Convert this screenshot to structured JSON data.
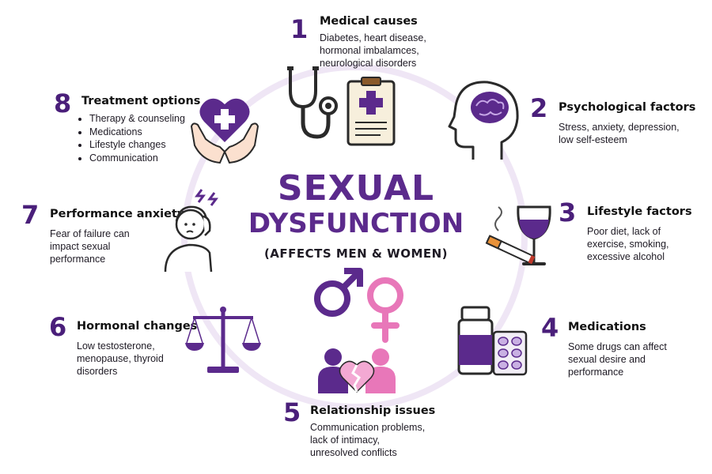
{
  "center": {
    "title_line1": "SEXUAL",
    "title_line2": "DYSFUNCTION",
    "subtitle": "(AFFECTS MEN & WOMEN)"
  },
  "colors": {
    "purple": "#5b2a8c",
    "dark_purple": "#3f1d63",
    "pink": "#e877b9",
    "ring": "#ece4f3",
    "skin": "#fbe0cf"
  },
  "items": [
    {
      "number": "1",
      "heading": "Medical causes",
      "lines": [
        "Diabetes, heart disease,",
        "hormonal imbalamces,",
        "neurological disorders"
      ],
      "icons": [
        "stethoscope-icon",
        "clipboard-icon"
      ]
    },
    {
      "number": "2",
      "heading": "Psychological factors",
      "lines": [
        "Stress, anxiety, depression,",
        "low self-esteem"
      ],
      "icons": [
        "head-brain-icon"
      ]
    },
    {
      "number": "3",
      "heading": "Lifestyle factors",
      "lines": [
        "Poor diet, lack of",
        "exercise, smoking,",
        "excessive alcohol"
      ],
      "icons": [
        "wine-glass-icon",
        "cigarette-icon"
      ]
    },
    {
      "number": "4",
      "heading": "Medications",
      "lines": [
        "Some drugs can affect",
        "sexual desire and",
        "performance"
      ],
      "icons": [
        "pill-bottle-icon",
        "blister-pack-icon"
      ]
    },
    {
      "number": "5",
      "heading": "Relationship issues",
      "lines": [
        "Communication problems,",
        "lack of intimacy,",
        "unresolved conflicts"
      ],
      "icons": [
        "couple-broken-heart-icon"
      ]
    },
    {
      "number": "6",
      "heading": "Hormonal changes",
      "lines": [
        "Low testosterone,",
        "menopause, thyroid",
        "disorders"
      ],
      "icons": [
        "balance-scale-icon"
      ]
    },
    {
      "number": "7",
      "heading": "Performance anxiety",
      "lines": [
        "Fear of failure can",
        "impact sexual",
        "performance"
      ],
      "icons": [
        "anxious-person-icon"
      ]
    },
    {
      "number": "8",
      "heading": "Treatment options",
      "bullets": [
        "Therapy & counseling",
        "Medications",
        "Lifestyle changes",
        "Communication"
      ],
      "icons": [
        "hands-heart-icon"
      ]
    }
  ],
  "gender_icons": [
    "male-symbol-icon",
    "female-symbol-icon"
  ]
}
